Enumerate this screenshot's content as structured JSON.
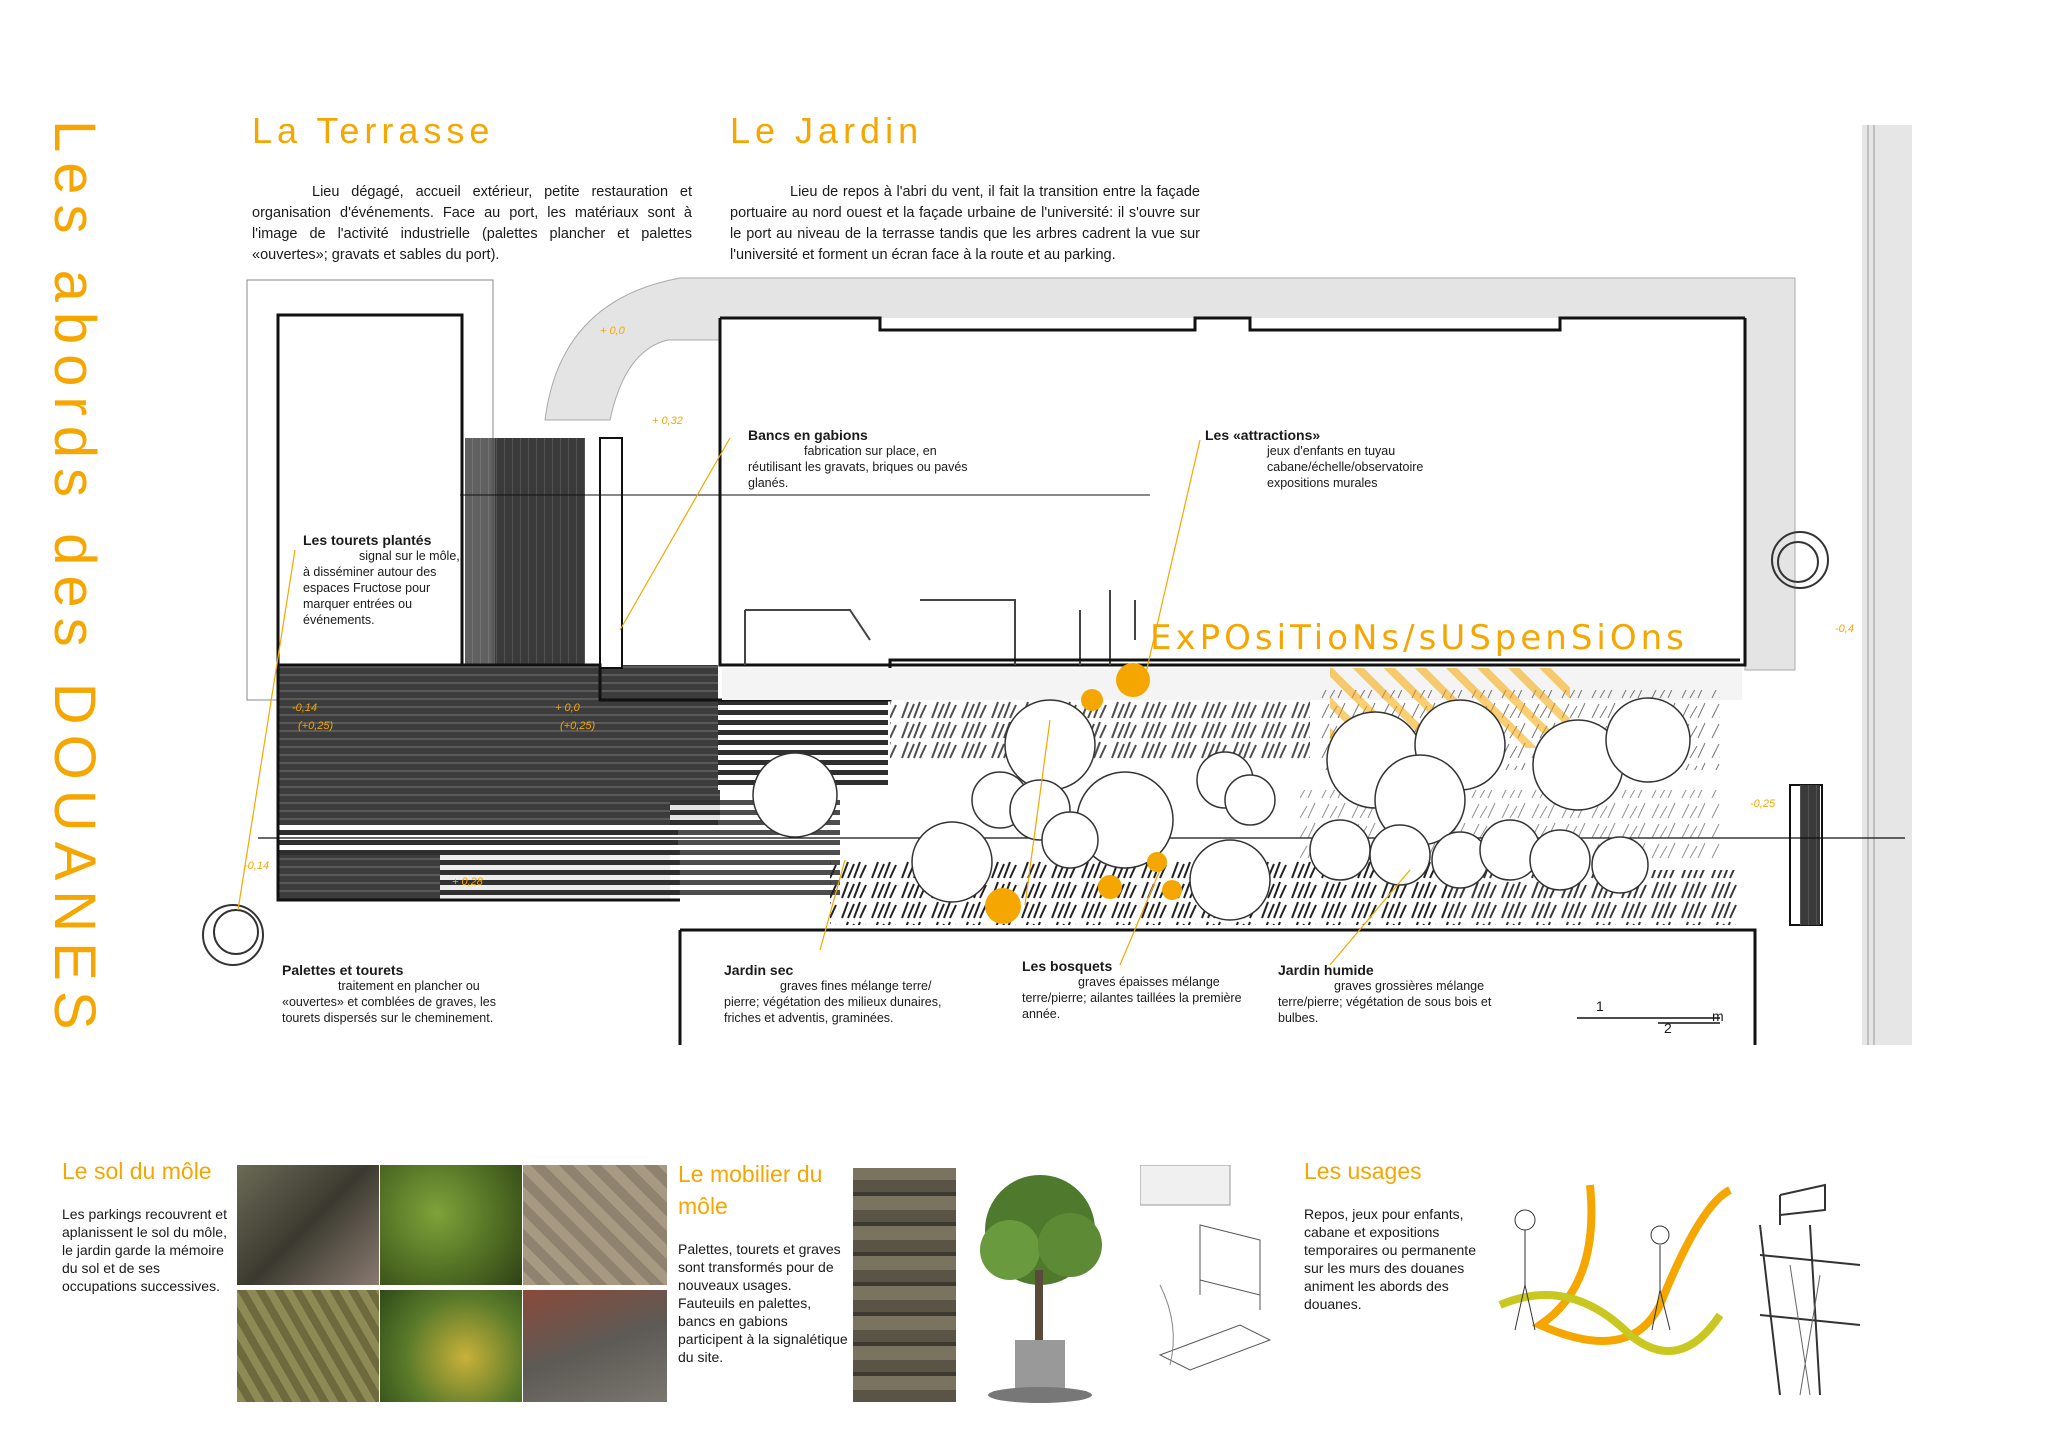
{
  "vertical_title": "Les abords des DOUANES",
  "sections": {
    "terrasse": {
      "title": "La Terrasse",
      "text": "Lieu dégagé, accueil extérieur, petite restauration et organisation d'événements. Face au port, les matériaux sont à l'image de l'activité industrielle (palettes plancher et palettes «ouvertes»; gravats et sables du port)."
    },
    "jardin": {
      "title": "Le Jardin",
      "text": "Lieu de repos à l'abri du vent, il fait la transition entre la façade portuaire au nord ouest et la façade urbaine de l'université: il s'ouvre sur le port au niveau de la terrasse tandis que les arbres cadrent la vue sur l'université et forment un écran face à la route et au parking."
    }
  },
  "plan": {
    "banner": "ExPOsiTioNs/sUSpenSiOns",
    "levels": [
      "+ 0,0",
      "+ 0,32",
      "-0,14",
      "(+0,25)",
      "+ 0,0",
      "(+0,25)",
      "-0,14",
      "+ 0,28",
      "-0,25",
      "-0,4"
    ],
    "scale": {
      "one": "1",
      "two": "2",
      "unit": "m"
    },
    "labels": {
      "tourets": {
        "title": "Les tourets plantés",
        "text": "signal sur le môle, à disséminer autour des espaces Fructose pour marquer entrées ou événements."
      },
      "bancs": {
        "title": "Bancs en gabions",
        "text": "fabrication sur place, en réutilisant les gravats, briques ou pavés glanés."
      },
      "attractions": {
        "title": "Les «attractions»",
        "line1": "jeux d'enfants en tuyau",
        "line2": "cabane/échelle/observatoire",
        "line3": "expositions murales"
      },
      "palettes": {
        "title": "Palettes et tourets",
        "text": "traitement en plancher ou «ouvertes» et comblées de graves, les tourets dispersés sur le cheminement."
      },
      "jardin_sec": {
        "title": "Jardin sec",
        "text": "graves fines mélange terre/ pierre; végétation des milieux dunaires, friches et adventis, graminées."
      },
      "bosquets": {
        "title": "Les bosquets",
        "text": "graves épaisses mélange terre/pierre; ailantes taillées la première année."
      },
      "jardin_humide": {
        "title": "Jardin humide",
        "text": "graves grossières mélange terre/pierre; végétation de sous bois et bulbes."
      }
    }
  },
  "bottom": {
    "sol": {
      "title": "Le sol du môle",
      "text": "Les parkings recouvrent et aplanissent le sol du môle, le jardin garde la mémoire du sol et de ses occupations successives."
    },
    "mobilier": {
      "title": "Le mobilier du môle",
      "text": "Palettes, tourets et graves sont transformés pour de nouveaux usages. Fauteuils en palettes, bancs en gabions participent à la signalétique du site."
    },
    "usages": {
      "title": "Les usages",
      "text": "Repos, jeux pour enfants, cabane et expositions temporaires ou permanente sur les murs des douanes animent les abords des douanes."
    }
  },
  "colors": {
    "accent": "#f5a600",
    "dark_deck": "#3a3a3a",
    "light_grey": "#e4e4e4"
  }
}
